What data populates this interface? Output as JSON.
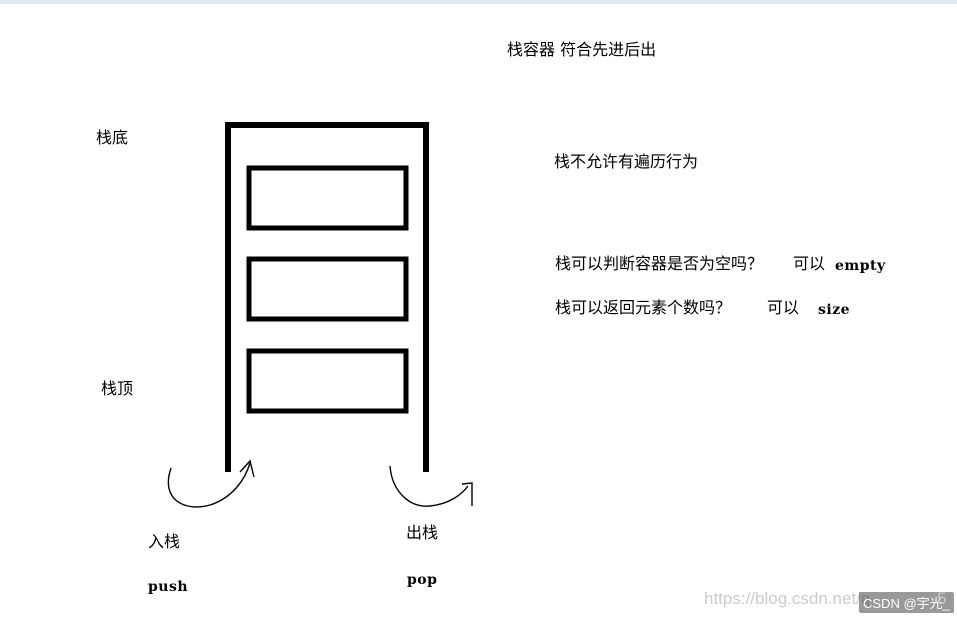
{
  "title": "栈容器 符合先进后出",
  "labels": {
    "stack_bottom": "栈底",
    "stack_top": "栈顶",
    "push_cn": "入栈",
    "push_en": "push",
    "pop_cn": "出栈",
    "pop_en": "pop"
  },
  "notes": {
    "no_traverse": "栈不允许有遍历行为",
    "empty_question": "栈可以判断容器是否为空吗？",
    "empty_answer": "可以",
    "empty_func": "empty",
    "size_question": "栈可以返回元素个数吗？",
    "size_answer": "可以",
    "size_func": "size"
  },
  "watermark": {
    "url": "https://blog.csdn.net/q",
    "tail": "5",
    "tag": "CSDN @宇光_"
  },
  "colors": {
    "stroke": "#000000",
    "watermark": "#c9cbce",
    "top_border": "#e3e8ee"
  },
  "diagram": {
    "element_count": 3,
    "icons": [
      "push-arrow-icon",
      "pop-arrow-icon"
    ]
  }
}
